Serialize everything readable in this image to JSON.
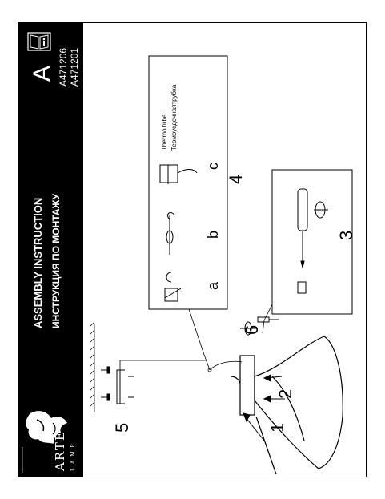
{
  "header": {
    "title_en": "ASSEMBLY INSTRUCTION",
    "title_ru": "ИНСТРУКЦИЯ ПО МОНТАЖУ",
    "model_codes": [
      "A471206",
      "A471201"
    ],
    "category_letter": "A"
  },
  "brand": {
    "name": "ARTE",
    "sub": "LAMP"
  },
  "steps": [
    "1",
    "2",
    "3",
    "4",
    "5",
    "6"
  ],
  "sub_steps": [
    "a",
    "b",
    "c"
  ],
  "labels": {
    "thermo_en": "Thermo tube",
    "thermo_ru": "Термоусдочнаятрубка"
  },
  "icons": [
    "book-info-icon",
    "arte-lamp-griffin-logo",
    "screwdriver-icon",
    "rotate-arrow-icon"
  ]
}
